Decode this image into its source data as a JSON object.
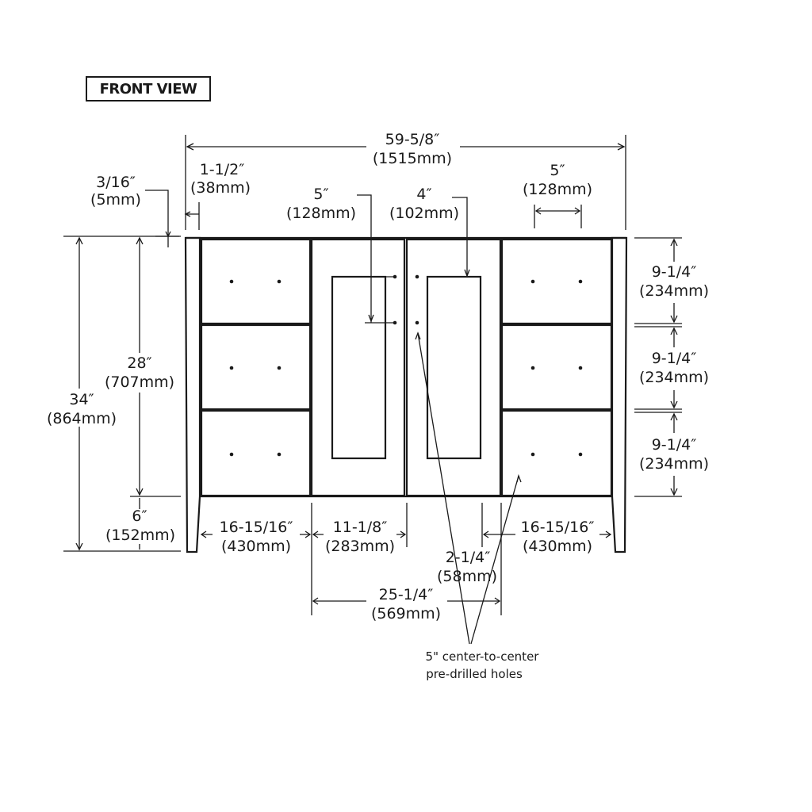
{
  "title": "FRONT VIEW",
  "dimensions": {
    "overall_width": {
      "imperial": "59-5/8″",
      "metric": "(1515mm)"
    },
    "side_panel": {
      "imperial": "1-1/2″",
      "metric": "(38mm)"
    },
    "top_lip": {
      "imperial": "3/16″",
      "metric": "(5mm)"
    },
    "door_hole_spacing": {
      "imperial": "5″",
      "metric": "(128mm)"
    },
    "door_handle_offset": {
      "imperial": "4″",
      "metric": "(102mm)"
    },
    "drawer_hole_spacing": {
      "imperial": "5″",
      "metric": "(128mm)"
    },
    "overall_height": {
      "imperial": "34″",
      "metric": "(864mm)"
    },
    "cabinet_height": {
      "imperial": "28″",
      "metric": "(707mm)"
    },
    "leg_height": {
      "imperial": "6″",
      "metric": "(152mm)"
    },
    "drawer_1_height": {
      "imperial": "9-1/4″",
      "metric": "(234mm)"
    },
    "drawer_2_height": {
      "imperial": "9-1/4″",
      "metric": "(234mm)"
    },
    "drawer_3_height": {
      "imperial": "9-1/4″",
      "metric": "(234mm)"
    },
    "left_drawer_width": {
      "imperial": "16-15/16″",
      "metric": "(430mm)"
    },
    "door_width": {
      "imperial": "11-1/8″",
      "metric": "(283mm)"
    },
    "right_drawer_width": {
      "imperial": "16-15/16″",
      "metric": "(430mm)"
    },
    "door_gap": {
      "imperial": "2-1/4″",
      "metric": "(58mm)"
    },
    "door_section_width": {
      "imperial": "25-1/4″",
      "metric": "(569mm)"
    }
  },
  "note": {
    "line1": "5\" center-to-center",
    "line2": "pre-drilled holes"
  }
}
